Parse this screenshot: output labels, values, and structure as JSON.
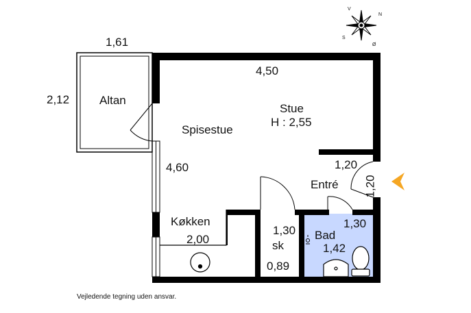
{
  "rooms": {
    "altan": {
      "name": "Altan",
      "width": "1,61",
      "depth": "2,12"
    },
    "spisestue": {
      "name": "Spisestue"
    },
    "stue": {
      "name": "Stue",
      "ceiling_height": "H : 2,55",
      "width": "4,50",
      "depth": "4,60"
    },
    "entre": {
      "name": "Entré",
      "width": "1,20",
      "depth": "1,20"
    },
    "kokken": {
      "name": "Køkken",
      "dim": "2,00"
    },
    "sk": {
      "name": "sk",
      "dim_top": "1,30",
      "dim_bottom": "0,89"
    },
    "bad": {
      "name": "Bad",
      "dim_top": "1,30",
      "dim_bottom": "1,42"
    }
  },
  "compass": {
    "n": "N",
    "s": "S",
    "v": "V",
    "o": "Ø"
  },
  "footer_note": "Vejledende tegning uden ansvar.",
  "colors": {
    "wall": "#000000",
    "bath_fill": "#c8d8ff",
    "entrance_arrow": "#f5a623"
  }
}
